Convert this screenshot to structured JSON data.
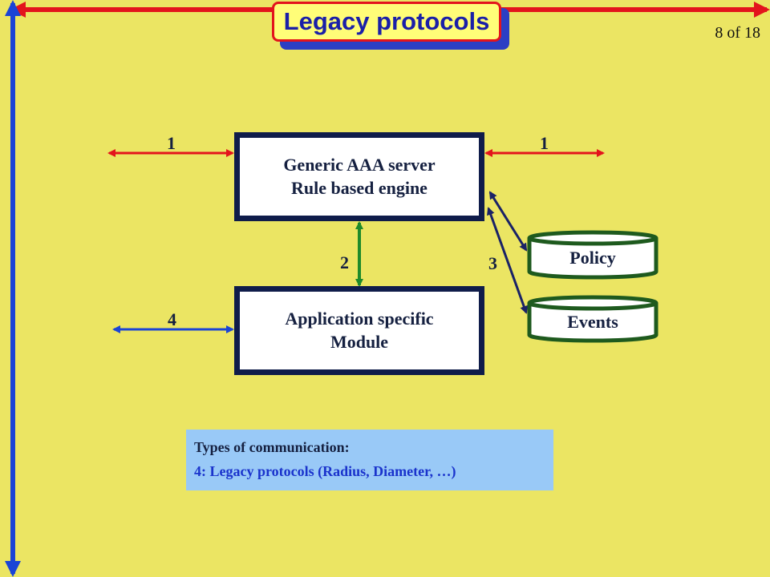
{
  "title": "Legacy protocols",
  "page_indicator": "8 of 18",
  "boxes": {
    "aaa_server": {
      "line1": "Generic AAA server",
      "line2": "Rule based engine"
    },
    "app_module": {
      "line1": "Application specific",
      "line2": "Module"
    }
  },
  "databases": {
    "policy": "Policy",
    "events": "Events"
  },
  "labels": {
    "left_top": "1",
    "right_top": "1",
    "vertical": "2",
    "db_link": "3",
    "left_bottom": "4"
  },
  "legend": {
    "heading": "Types of communication:",
    "item": "4: Legacy protocols (Radius, Diameter, …)"
  },
  "colors": {
    "background": "#ebe563",
    "red_arrow": "#e3141c",
    "blue_arrow": "#1a44d6",
    "green_arrow": "#1e8a2a",
    "navy_arrow": "#1a2266",
    "box_border": "#0f1c4a",
    "legend_bg": "#99c9f7"
  }
}
